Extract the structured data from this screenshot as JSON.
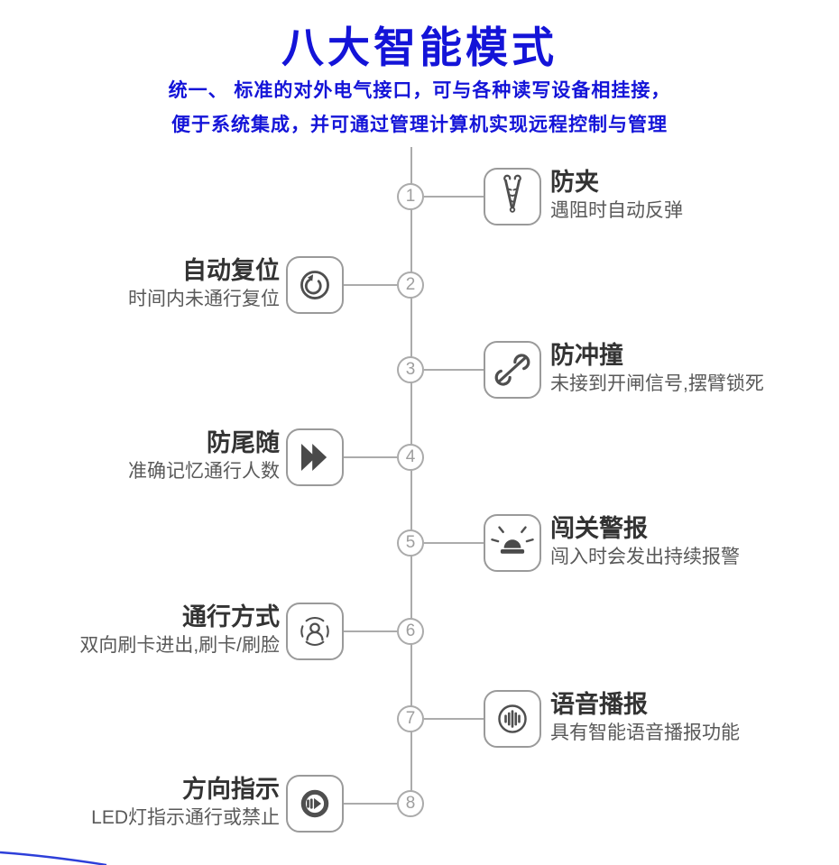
{
  "page": {
    "title": "八大智能模式",
    "subtitle_line1": "统一、 标准的对外电气接口，可与各种读写设备相挂接，",
    "subtitle_line2": "便于系统集成，并可通过管理计算机实现远程控制与管理",
    "title_color": "#1414d8",
    "accent_blue": "#2d3fd9",
    "line_color": "#ababab",
    "title_text_color": "#333333",
    "desc_text_color": "#595959"
  },
  "timeline": {
    "items": [
      {
        "number": "1",
        "side": "right",
        "title": "防夹",
        "desc": "遇阻时自动反弹",
        "icon": "anti-pinch-clamp-icon"
      },
      {
        "number": "2",
        "side": "left",
        "title": "自动复位",
        "desc": "时间内未通行复位",
        "icon": "auto-reset-icon"
      },
      {
        "number": "3",
        "side": "right",
        "title": "防冲撞",
        "desc": "未接到开闸信号,摆臂锁死",
        "icon": "anti-collision-icon"
      },
      {
        "number": "4",
        "side": "left",
        "title": "防尾随",
        "desc": "准确记忆通行人数",
        "icon": "anti-tailgating-icon"
      },
      {
        "number": "5",
        "side": "right",
        "title": "闯关警报",
        "desc": "闯入时会发出持续报警",
        "icon": "intrusion-alarm-icon"
      },
      {
        "number": "6",
        "side": "left",
        "title": "通行方式",
        "desc": "双向刷卡进出,刷卡/刷脸",
        "icon": "access-method-face-scan-icon"
      },
      {
        "number": "7",
        "side": "right",
        "title": "语音播报",
        "desc": "具有智能语音播报功能",
        "icon": "voice-broadcast-icon"
      },
      {
        "number": "8",
        "side": "left",
        "title": "方向指示",
        "desc": "LED灯指示通行或禁止",
        "icon": "direction-indicator-icon"
      }
    ]
  }
}
